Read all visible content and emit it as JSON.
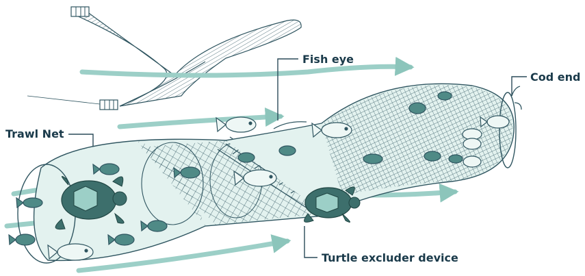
{
  "labels": {
    "fish_eye": "Fish eye",
    "cod_end": "Cod end",
    "trawl_net": "Trawl Net",
    "turtle_excluder": "Turtle excluder device"
  },
  "colors": {
    "net_line": "#2f5560",
    "net_fill": "#d6ece8",
    "arrow": "#9ccfc7",
    "arrow_dark": "#7fb8ae",
    "fish": "#4f8a86",
    "turtle": "#3d6f6c",
    "text": "#1a3a4a"
  }
}
